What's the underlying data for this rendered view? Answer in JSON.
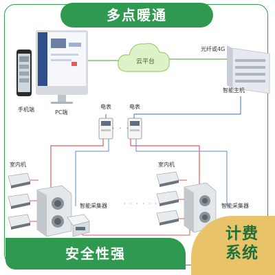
{
  "header": {
    "title": "多点暖通"
  },
  "footer": {
    "slogan": "安全性强"
  },
  "badge": {
    "line1": "计费",
    "line2": "系统"
  },
  "nodes": {
    "phone": "手机端",
    "pc": "PC端",
    "cloud": "云平台",
    "link": "光纤或4G",
    "host": "智能主机",
    "meter_left": "电表",
    "meter_right": "电表",
    "indoor_left": "室内机",
    "indoor_right": "室内机",
    "collector_left": "智能采集器",
    "collector_right": "智能采集器"
  },
  "ellipsis": {
    "meters": "· · ·",
    "units": "· · · · · ·"
  },
  "colors": {
    "brand_green": "#2f9a4f",
    "badge_gold": "#e9c36a",
    "badge_text": "#1f6f3a",
    "link_red": "#e05a5a",
    "link_blue": "#5a8ad0",
    "cloud_fill": "#dff1c8"
  }
}
